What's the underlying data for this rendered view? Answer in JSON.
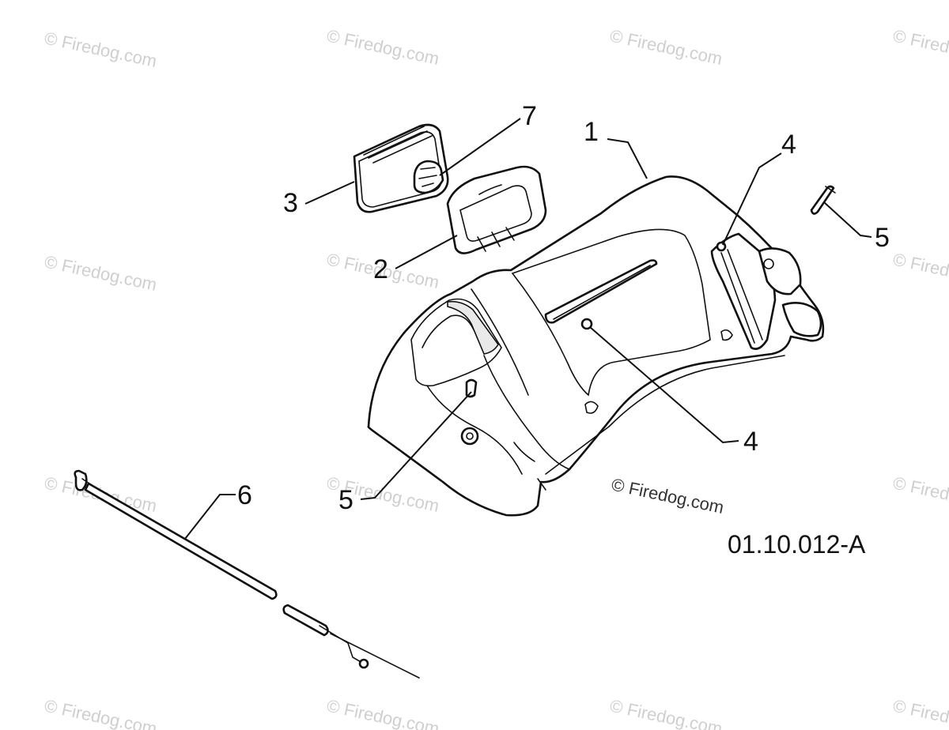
{
  "watermark": {
    "text": "© Firedog.com"
  },
  "callouts": {
    "c1": "1",
    "c2": "2",
    "c3": "3",
    "c4a": "4",
    "c4b": "4",
    "c5a": "5",
    "c5b": "5",
    "c6": "6",
    "c7": "7"
  },
  "figure_code": "01.10.012-A",
  "parts": [
    {
      "id": "housing",
      "icon": "engine-cover-housing"
    },
    {
      "id": "air-filter-frame",
      "icon": "filter-frame"
    },
    {
      "id": "air-filter",
      "icon": "air-filter-element"
    },
    {
      "id": "screw",
      "icon": "screw"
    },
    {
      "id": "rod-wire",
      "icon": "control-rod-with-wire"
    },
    {
      "id": "knob",
      "icon": "filter-knob"
    }
  ]
}
